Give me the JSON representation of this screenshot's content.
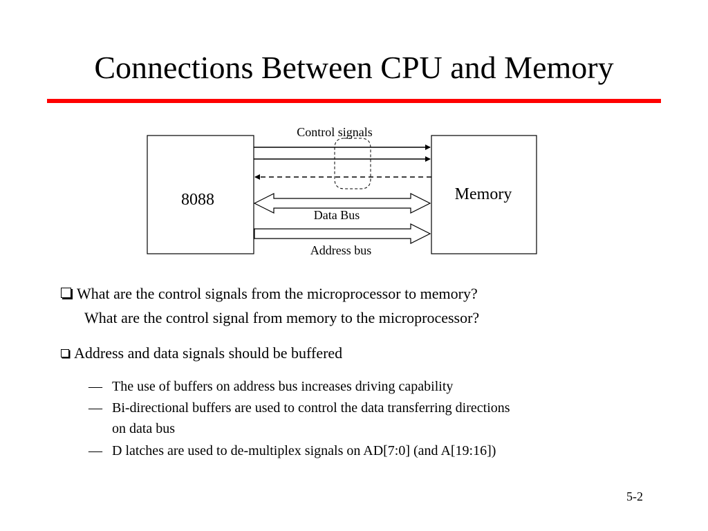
{
  "slide": {
    "title": "Connections Between CPU and Memory",
    "page_number": "5-2",
    "accent_color": "#ff0000"
  },
  "diagram": {
    "cpu_label": "8088",
    "memory_label": "Memory",
    "control_signals_label": "Control signals",
    "data_bus_label": "Data Bus",
    "address_bus_label": "Address bus"
  },
  "questions": {
    "line1": "What are the control signals from the microprocessor to memory?",
    "line2": "What are the control signal from memory to the microprocessor?"
  },
  "buffer_point": {
    "text": "Address and data signals should be buffered",
    "dash": "—",
    "items": [
      {
        "line1": "The use of buffers on address bus increases driving capability",
        "line2": ""
      },
      {
        "line1": "Bi-directional buffers are used to control the data transferring directions",
        "line2": "on data bus"
      },
      {
        "line1": "D latches are used to de-multiplex signals on AD[7:0] (and A[19:16])",
        "line2": ""
      }
    ]
  }
}
